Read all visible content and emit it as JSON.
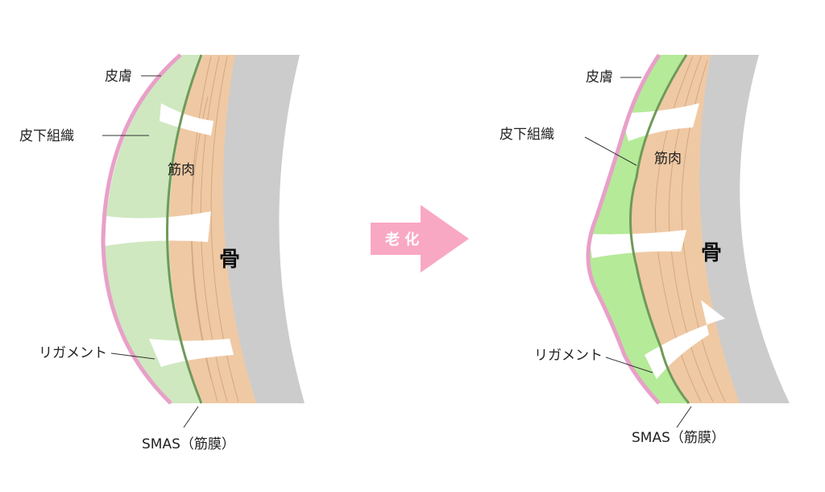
{
  "arrow": {
    "label": "老 化",
    "color": "#f9a8c4"
  },
  "before": {
    "skin": "皮膚",
    "subcutaneous": "皮下組織",
    "muscle": "筋肉",
    "bone": "骨",
    "ligament": "リガメント",
    "smas": "SMAS（筋膜）"
  },
  "after": {
    "skin": "皮膚",
    "subcutaneous": "皮下組織",
    "muscle": "筋肉",
    "bone": "骨",
    "ligament": "リガメント",
    "smas": "SMAS（筋膜）"
  },
  "colors": {
    "skin": "#e8a0c8",
    "fat": "#cfe8c0",
    "fat_after": "#b5ea98",
    "smas": "#6f9a5a",
    "muscle": "#efc9a4",
    "bone": "#cccccc"
  }
}
